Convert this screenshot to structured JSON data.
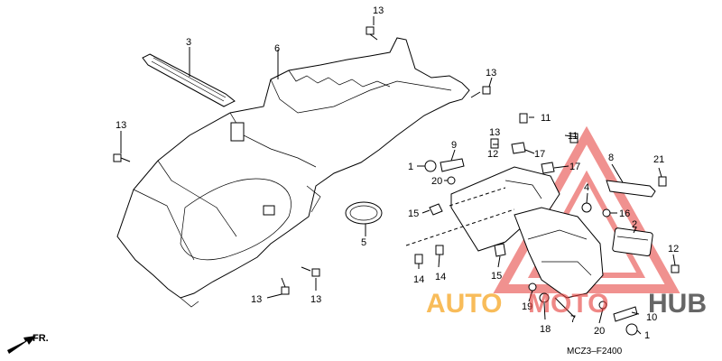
{
  "diagram": {
    "code": "MCZ3–F2400",
    "direction_label": "FR.",
    "callouts": [
      "1",
      "2",
      "3",
      "4",
      "5",
      "6",
      "7",
      "8",
      "9",
      "10",
      "11",
      "12",
      "13",
      "14",
      "15",
      "16",
      "17",
      "18",
      "19",
      "20",
      "21"
    ]
  },
  "watermark": {
    "text_auto": "AUTO",
    "text_moto": "MOTO",
    "text_hub": "HUB",
    "color_orange": "#f5a623",
    "color_red": "#e53935",
    "color_dark": "#333333"
  }
}
